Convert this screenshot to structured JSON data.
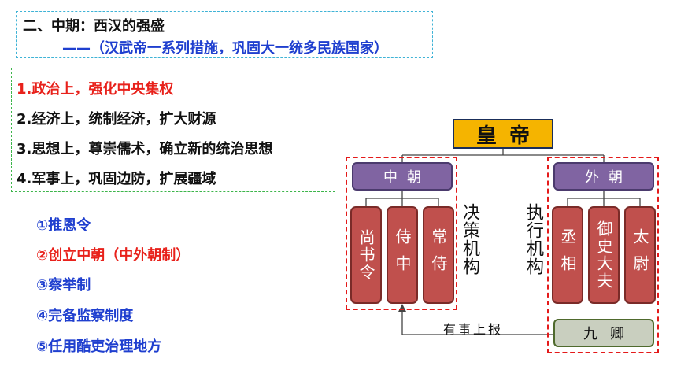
{
  "heading": {
    "line1": "二、中期：西汉的强盛",
    "line2": "——（汉武帝一系列措施，巩固大一统多民族国家）"
  },
  "measures": [
    {
      "text": "1.政治上，强化中央集权"
    },
    {
      "text": "2.经济上，统制经济，扩大财源"
    },
    {
      "text": "3.思想上，尊崇儒术，确立新的统治思想"
    },
    {
      "text": "4.军事上，巩固边防，扩展疆域"
    }
  ],
  "political_items": [
    {
      "text": "①推恩令"
    },
    {
      "text": "②创立中朝（中外朝制）"
    },
    {
      "text": "③察举制"
    },
    {
      "text": "④完备监察制度"
    },
    {
      "text": "⑤任用酷吏治理地方"
    }
  ],
  "diagram": {
    "emperor": "皇帝",
    "inner_court": {
      "title": "中朝",
      "offices": [
        "尚书令",
        "侍中",
        "常侍"
      ],
      "role_label": "决策机构"
    },
    "outer_court": {
      "title": "外朝",
      "offices": [
        "丞相",
        "御史大夫",
        "太尉"
      ],
      "role_label": "执行机构"
    },
    "nine_ministers": "九卿",
    "report_label": "有事上报"
  },
  "colors": {
    "emperor_fill": "#f5b400",
    "court_fill": "#8064a2",
    "office_fill": "#c0504d",
    "ministers_fill": "#c9cfbf",
    "highlight_red": "#e8211b",
    "list_blue": "#1f3fcf"
  }
}
